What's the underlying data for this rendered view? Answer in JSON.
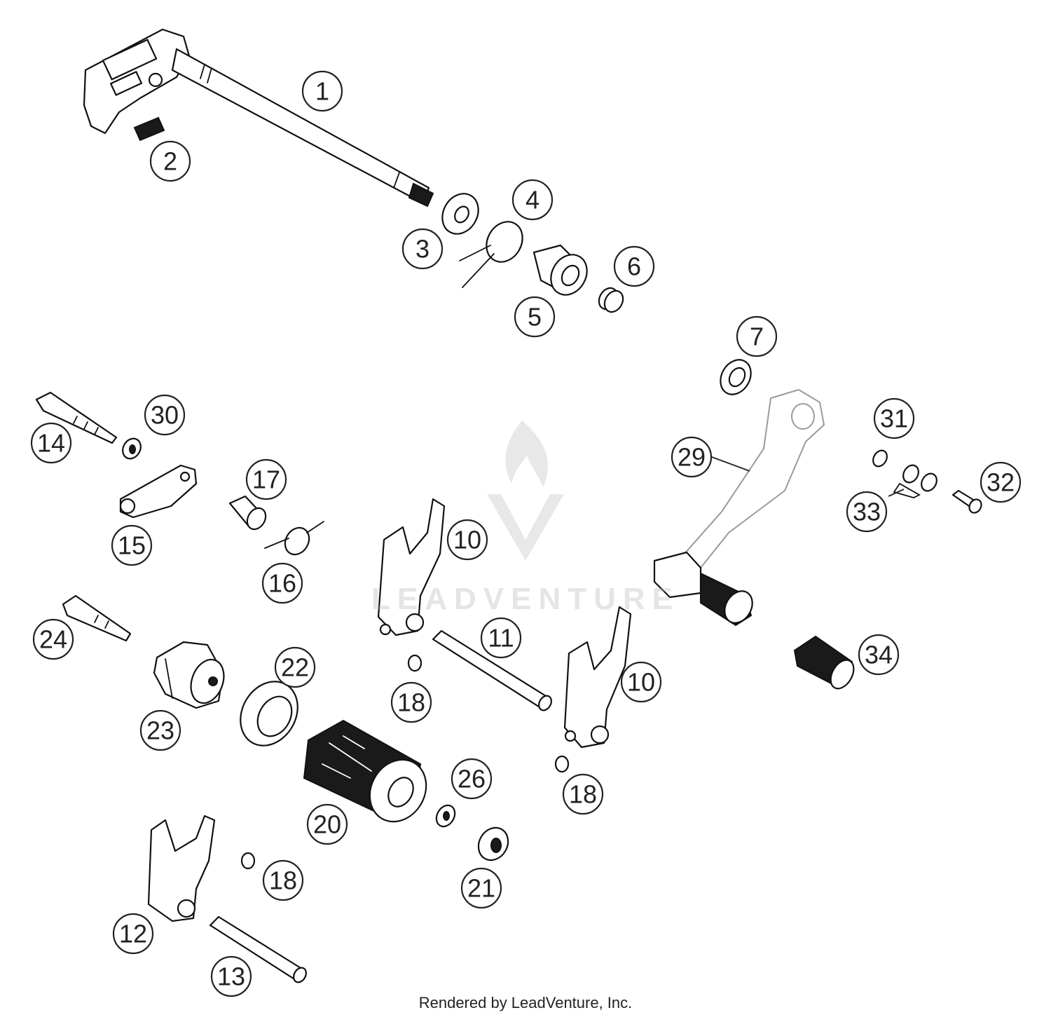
{
  "diagram": {
    "callouts": [
      "1",
      "2",
      "3",
      "4",
      "5",
      "6",
      "7",
      "10",
      "10",
      "11",
      "12",
      "13",
      "14",
      "15",
      "16",
      "17",
      "18",
      "18",
      "18",
      "20",
      "21",
      "22",
      "23",
      "24",
      "26",
      "29",
      "30",
      "31",
      "32",
      "33",
      "34"
    ]
  },
  "watermark": {
    "text": "LEADVENTURE"
  },
  "footer": {
    "credit": "Rendered by LeadVenture, Inc."
  }
}
